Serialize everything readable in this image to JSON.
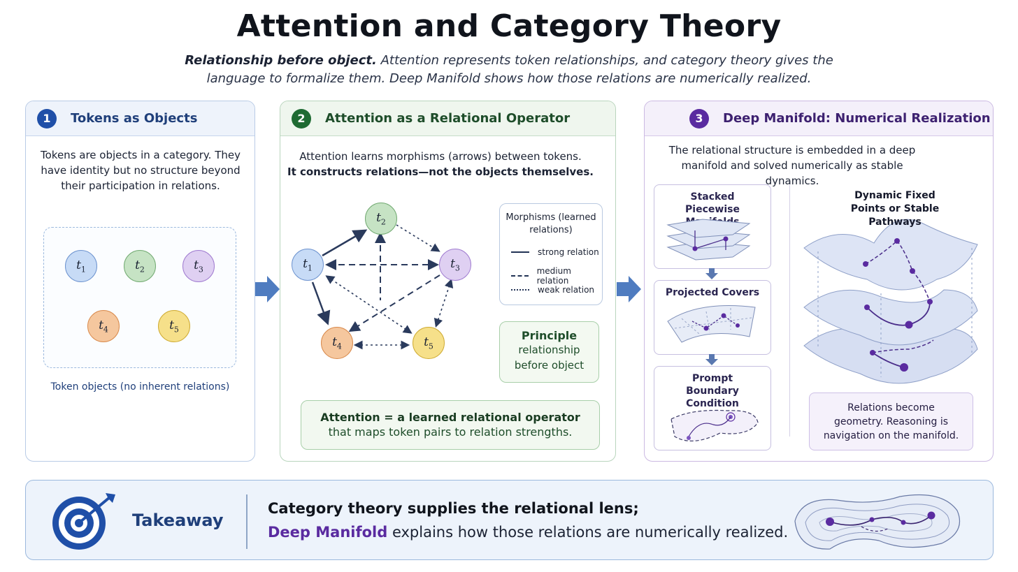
{
  "header": {
    "title": "Attention and Category Theory",
    "subtitle_lead": "Relationship before object.",
    "subtitle_rest": " Attention represents token relationships, and category theory gives the language to formalize them. Deep Manifold shows how those relations are numerically realized."
  },
  "panel1": {
    "number": "1",
    "title": "Tokens as Objects",
    "text": "Tokens are objects in a category. They have identity but no structure beyond their participation in relations.",
    "caption": "Token objects (no inherent relations)"
  },
  "panel2": {
    "number": "2",
    "title": "Attention as a Relational Operator",
    "text_line1": "Attention learns morphisms (arrows) between tokens.",
    "text_line2": "It constructs relations—not the objects themselves.",
    "legend": {
      "title": "Morphisms (learned relations)",
      "strong": "strong relation",
      "medium": "medium relation",
      "weak": "weak relation"
    },
    "principle": {
      "heading": "Principle",
      "text": "relationship before object"
    },
    "equation": {
      "line1": "Attention = a learned relational operator",
      "line2": "that maps token pairs to relation strengths."
    }
  },
  "tokens": [
    {
      "base": "t",
      "sub": "1"
    },
    {
      "base": "t",
      "sub": "2"
    },
    {
      "base": "t",
      "sub": "3"
    },
    {
      "base": "t",
      "sub": "4"
    },
    {
      "base": "t",
      "sub": "5"
    }
  ],
  "panel3": {
    "number": "3",
    "title": "Deep Manifold: Numerical Realization",
    "text": "The relational structure is embedded in a deep manifold and solved numerically as stable dynamics.",
    "steps": [
      "Stacked Piecewise Manifolds",
      "Projected Covers",
      "Prompt Boundary Condition"
    ],
    "right_title": "Dynamic Fixed Points or Stable Pathways",
    "right_box": "Relations become geometry. Reasoning is navigation on the manifold."
  },
  "takeaway": {
    "label": "Takeaway",
    "line1": "Category theory supplies the relational lens;",
    "line2_highlight": "Deep Manifold",
    "line2_rest": " explains how those relations are numerically realized."
  },
  "colors": {
    "blue": "#1f4fa8",
    "green": "#1f6b33",
    "purple": "#5a2ba0",
    "arrow": "#4f7cc0"
  }
}
